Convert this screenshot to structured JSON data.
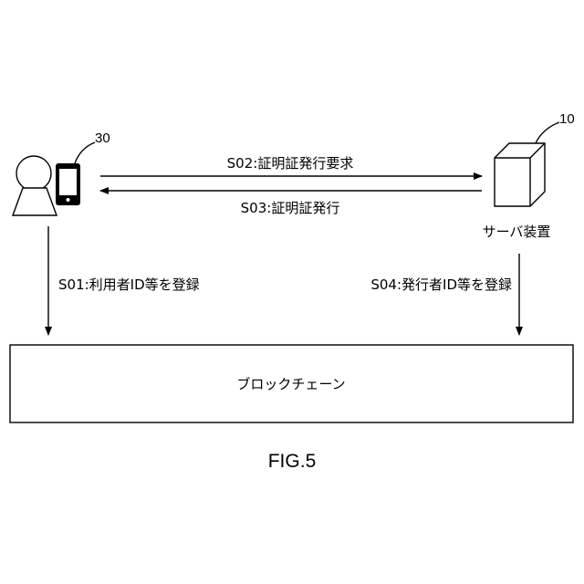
{
  "user": {
    "ref_number": "30"
  },
  "server": {
    "ref_number": "10",
    "label": "サーバ装置"
  },
  "steps": {
    "s02": "S02:証明証発行要求",
    "s03": "S03:証明証発行",
    "s01": "S01:利用者ID等を登録",
    "s04": "S04:発行者ID等を登録"
  },
  "blockchain": {
    "label": "ブロックチェーン"
  },
  "figure": {
    "caption": "FIG.5"
  }
}
